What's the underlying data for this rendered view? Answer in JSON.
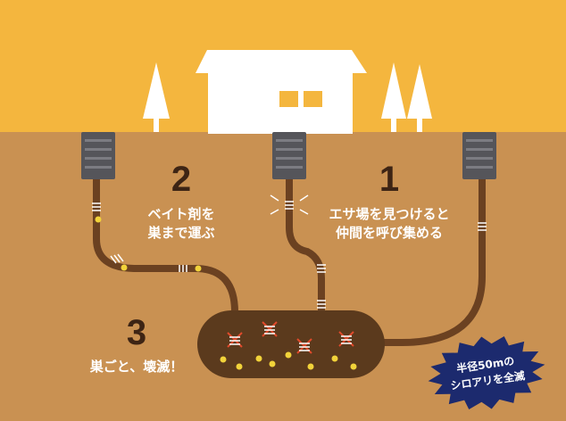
{
  "colors": {
    "sky": "#f4b63e",
    "soil": "#c99152",
    "tunnel": "#6b4121",
    "nest": "#5b3a1d",
    "station": "#55555a",
    "bait": "#f2d33a",
    "ant": "#e24a2b",
    "badge": "#1c2a6e",
    "numeral": "#3d2414",
    "label": "#ffffff"
  },
  "steps": [
    {
      "number": "1",
      "line1": "エサ場を見つけると",
      "line2": "仲間を呼び集める"
    },
    {
      "number": "2",
      "line1": "ベイト剤を",
      "line2": "巣まで運ぶ"
    },
    {
      "number": "3",
      "line1": "巣ごと、壊滅！"
    }
  ],
  "badge": {
    "line1": "半径50mの",
    "line2": "シロアリを全滅",
    "icon": "starburst-badge-icon"
  },
  "icons": [
    "house-icon",
    "tree-icon",
    "bait-station-icon",
    "termite-icon",
    "bait-pellet-icon",
    "nest-icon"
  ]
}
